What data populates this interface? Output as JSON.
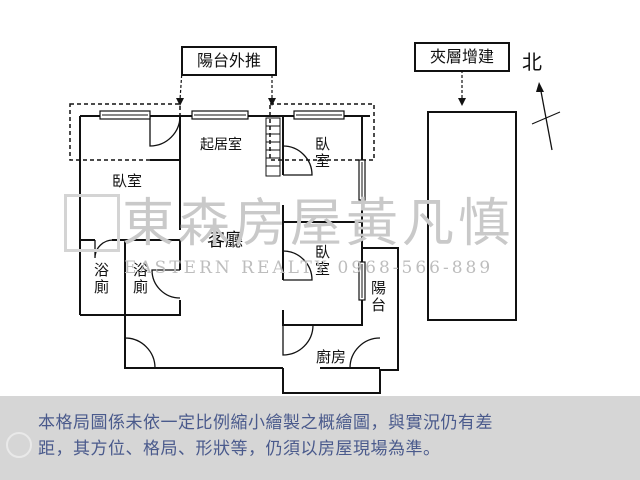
{
  "labels": {
    "balcony_push_out": "陽台外推",
    "mezzanine": "夾層增建",
    "north": "北"
  },
  "rooms": {
    "bedroom_left": "臥室",
    "study": "起居室",
    "bedroom_top_right": "臥室",
    "living_room": "客廳",
    "bath_left": "浴廁",
    "bath_right": "浴廁",
    "bedroom_mid_right": "臥室",
    "balcony": "陽台",
    "kitchen": "廚房"
  },
  "watermark": {
    "chinese": "東森房屋黃凡慎",
    "english": "EASTERN REALTY 0968-566-889"
  },
  "disclaimer": {
    "line1": "本格局圖係未依一定比例縮小繪製之概繪圖，與實況仍有差",
    "line2": "距，其方位、格局、形狀等，仍須以房屋現場為準。"
  }
}
